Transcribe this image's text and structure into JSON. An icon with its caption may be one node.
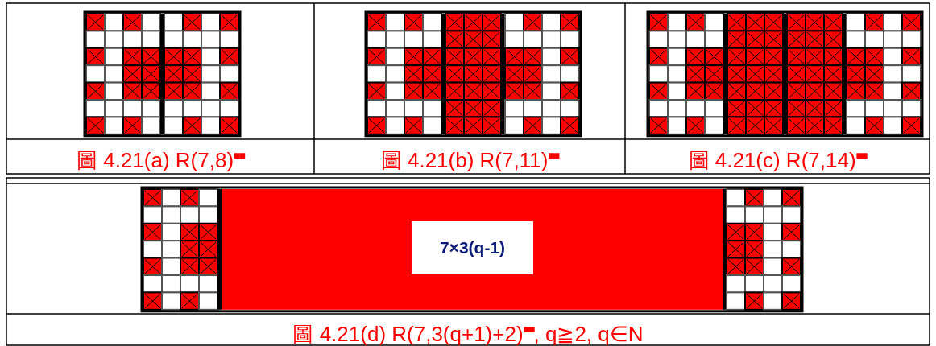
{
  "diagram": {
    "nodes": [
      {
        "text": [
          "7×3(q-1)"
        ]
      }
    ],
    "labels": [
      "圖 4.21(a) R(7,8)$^{■■}$",
      "圖 4.21(b) R(7,11)$^{■■}$",
      "圖 4.21(c) R(7,14)$^{■■}$",
      "圖 4.21(d) R(7,3(q+1)+2)$^{■■}$, q≧2, q∈N"
    ]
  }
}
